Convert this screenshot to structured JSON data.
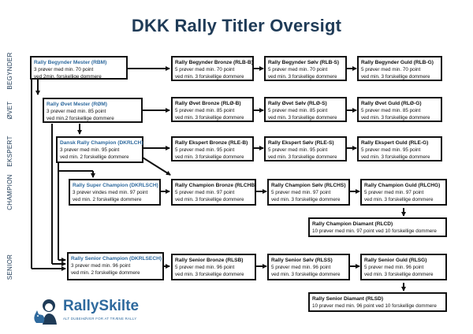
{
  "title": "DKK Rally Titler Oversigt",
  "levels": [
    "BEGYNDER",
    "ØVET",
    "EKSPERT",
    "CHAMPION",
    "SENIOR"
  ],
  "boxes": {
    "rbm": {
      "title": "Rally Begynder Mester (RBM)",
      "lines": [
        "3 prøver med min. 70 point",
        "ved 2min. forskellige dommere"
      ]
    },
    "rlbb": {
      "title": "Rally Begynder Bronze (RLB-B)",
      "lines": [
        "5 prøver med min. 70 point",
        "ved min. 3 forskellige dommere"
      ]
    },
    "rlbs": {
      "title": "Rally Begynder Sølv (RLB-S)",
      "lines": [
        "5 prøver med min. 70 point",
        "ved min. 3 forskellige dommere"
      ]
    },
    "rlbg": {
      "title": "Rally Begynder Guld (RLB-G)",
      "lines": [
        "5 prøver med min. 70 point",
        "ved min. 3 forskellige dommere"
      ]
    },
    "rom": {
      "title": "Rally Øvet Mester (RØM)",
      "lines": [
        "3 prøver med min. 85 point",
        "ved min.2 forskellige dommere"
      ]
    },
    "rlob": {
      "title": "Rally Øvet Bronze (RLØ-B)",
      "lines": [
        "5 prøver med min. 85 point",
        "ved min. 3 forskellige dommere"
      ]
    },
    "rlos": {
      "title": "Rally Øvet Sølv (RLØ-S)",
      "lines": [
        "5 prøver med min. 85 point",
        "ved min. 3 forskellige dommere"
      ]
    },
    "rlog": {
      "title": "Rally Øvet Guld (RLØ-G)",
      "lines": [
        "5 prøver med min. 85 point",
        "ved min. 3 forskellige dommere"
      ]
    },
    "dkrlch": {
      "title": "Dansk Rally Champion (DKRLCH)",
      "lines": [
        "3 prøver med min. 95 point",
        "ved min. 2 forskellige dommere"
      ]
    },
    "rleb": {
      "title": "Rally Ekspert Bronze (RLE-B)",
      "lines": [
        "5 prøver med min. 95 point",
        "ved min. 3 forskellige dommere"
      ]
    },
    "rles": {
      "title": "Rally Ekspert Sølv (RLE-S)",
      "lines": [
        "5 prøver med min. 95 point",
        "ved min. 3 forskellige dommere"
      ]
    },
    "rleg": {
      "title": "Rally Ekspert Guld (RLE-G)",
      "lines": [
        "5 prøver med min. 95 point",
        "ved min. 3 forskellige dommere"
      ]
    },
    "dkrlsch": {
      "title": "Rally Super Champion (DKRLSCH)",
      "lines": [
        "3 prøver vindes med min. 97 point",
        "ved min. 2 forskellige dommere"
      ]
    },
    "rlchb": {
      "title": "Rally Champion Bronze (RLCHB)",
      "lines": [
        "5 prøver med min. 97 point",
        "ved min. 3 forskellige dommere"
      ]
    },
    "rlchs": {
      "title": "Rally Champion Sølv (RLCHS)",
      "lines": [
        "5 prøver med min. 97 point",
        "ved min. 3 forskellige dommere"
      ]
    },
    "rlchg": {
      "title": "Rally Champion Guld (RLCHG)",
      "lines": [
        "5 prøver med min. 97 point",
        "ved min. 3 forskellige dommere"
      ]
    },
    "rlcd": {
      "title": "Rally Champion Diamant (RLCD)",
      "lines": [
        "10 prøver med min. 97 point ved 10 forskellige dommere"
      ]
    },
    "dkrlsech": {
      "title": "Rally Senior Champion (DKRLSECH)",
      "lines": [
        "3 prøver med min. 96 point",
        "ved min. 2 forskellige dommere"
      ]
    },
    "rlsb": {
      "title": "Rally Senior Bronze (RLSB)",
      "lines": [
        "5 prøver med min. 96 point",
        "ved min. 3 forskellige dommere"
      ]
    },
    "rlss": {
      "title": "Rally Senior Sølv (RLSS)",
      "lines": [
        "5 prøver med min. 96 point",
        "ved min. 3 forskellige dommere"
      ]
    },
    "rlsg": {
      "title": "Rally Senior Guld (RLSG)",
      "lines": [
        "5 prøver med min. 96 point",
        "ved min. 3 forskellige dommere"
      ]
    },
    "rlsd": {
      "title": "Rally Senior Diamant (RLSD)",
      "lines": [
        "10 prøver med min. 96 point ved 10 forskellige dommere"
      ]
    }
  },
  "logo": {
    "name": "RallySkilte",
    "tagline": "ALT DUBEHØVER FOR AT TRÆNE RALLY"
  },
  "colors": {
    "title": "#1f3b57",
    "champion_title": "#2f6a9e",
    "line": "#111111"
  }
}
